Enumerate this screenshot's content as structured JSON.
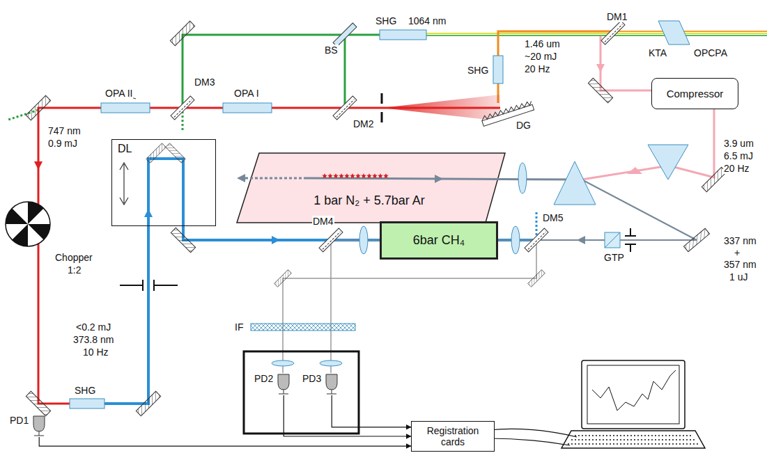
{
  "diagram": {
    "nodes": [
      {
        "text": [
          "Compressor"
        ]
      },
      {
        "text": [
          "1 bar N₂ + 5.7bar Ar"
        ]
      },
      {
        "text": [
          "DL"
        ]
      },
      {
        "text": [
          "6bar CH₄"
        ]
      },
      {
        "text": [
          "PD1"
        ]
      },
      {
        "text": [
          "PD2"
        ]
      },
      {
        "text": [
          "PD3"
        ]
      },
      {
        "text": [
          "Registration cards"
        ]
      }
    ],
    "edges": [
      {
        "from": 4,
        "to": 7,
        "arrow": "to"
      },
      {
        "from": 5,
        "to": 7,
        "arrow": "to"
      },
      {
        "from": 6,
        "to": 7,
        "arrow": "to"
      }
    ],
    "labels": [
      "1064 nm",
      "DM1",
      "KTA",
      "OPCPA",
      "BS",
      "SHG",
      "1.46 um",
      "~20 mJ",
      "20 Hz",
      "SHG",
      "DG",
      "DM2",
      "OPA I",
      "DM3",
      "OPA II",
      "747 nm",
      "0.9 mJ",
      "3.9 um",
      "6.5 mJ",
      "20 Hz",
      "Chopper",
      "1:2",
      "<0.2 mJ",
      "373.8 nm",
      "10 Hz",
      "DM4",
      "DM5",
      "GTP",
      "337 nm",
      "+",
      "357 nm",
      "1 uJ",
      "IF",
      "SHG"
    ]
  }
}
